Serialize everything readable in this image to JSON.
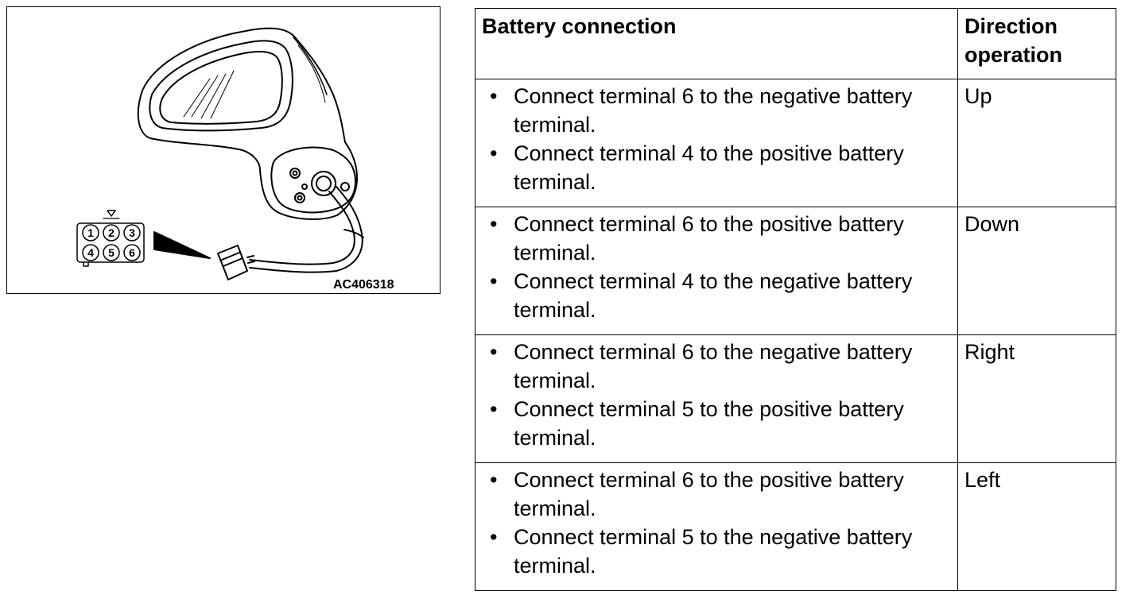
{
  "figure": {
    "id": "AC406318",
    "connector_pins": [
      "1",
      "2",
      "3",
      "4",
      "5",
      "6"
    ]
  },
  "table": {
    "headers": {
      "battery_connection": "Battery connection",
      "direction_operation": "Direction operation"
    },
    "rows": [
      {
        "steps": [
          "Connect terminal 6 to the negative battery terminal.",
          "Connect terminal 4 to the positive battery terminal."
        ],
        "direction": "Up"
      },
      {
        "steps": [
          "Connect terminal 6 to the positive battery terminal.",
          "Connect terminal 4 to the negative battery terminal."
        ],
        "direction": "Down"
      },
      {
        "steps": [
          "Connect terminal 6 to the negative battery terminal.",
          "Connect terminal 5 to the positive battery terminal."
        ],
        "direction": "Right"
      },
      {
        "steps": [
          "Connect terminal 6 to the positive battery terminal.",
          "Connect terminal 5 to the negative battery terminal."
        ],
        "direction": "Left"
      }
    ]
  }
}
